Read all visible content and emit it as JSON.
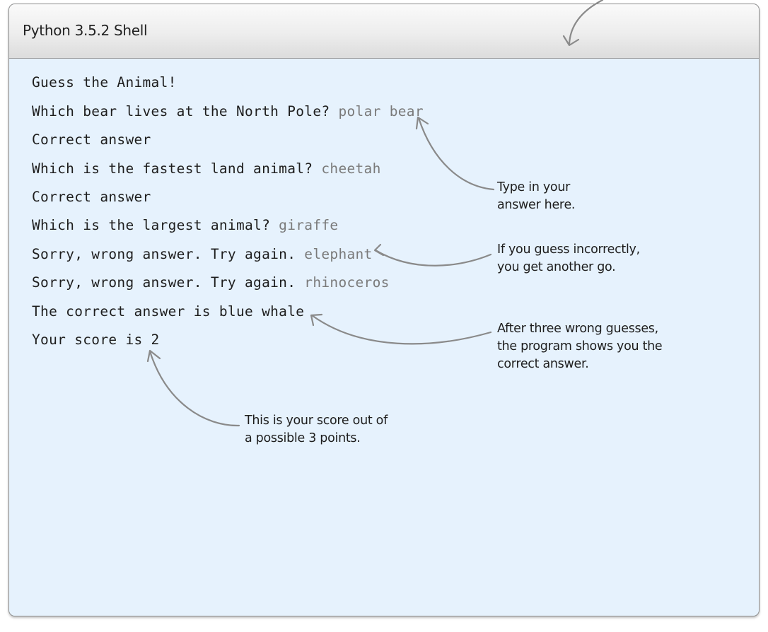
{
  "window": {
    "title": "Python 3.5.2 Shell"
  },
  "shell": {
    "lines": [
      {
        "output": "Guess the Animal!",
        "input": ""
      },
      {
        "output": "Which bear lives at the North Pole? ",
        "input": "polar bear"
      },
      {
        "output": "Correct answer",
        "input": ""
      },
      {
        "output": "Which is the fastest land animal? ",
        "input": "cheetah"
      },
      {
        "output": "Correct answer",
        "input": ""
      },
      {
        "output": "Which is the largest animal? ",
        "input": "giraffe"
      },
      {
        "output": "Sorry, wrong answer. Try again. ",
        "input": "elephant"
      },
      {
        "output": "Sorry, wrong answer. Try again. ",
        "input": "rhinoceros"
      },
      {
        "output": "The correct answer is blue whale",
        "input": ""
      },
      {
        "output": "Your score is 2",
        "input": ""
      }
    ]
  },
  "annotations": {
    "type_answer": [
      "Type in your",
      "answer here."
    ],
    "guess_incorrectly": [
      "If you guess incorrectly,",
      "you get another go."
    ],
    "three_wrong": [
      "After three wrong guesses,",
      "the program shows you the",
      "correct answer."
    ],
    "score": [
      "This is your score out of",
      "a possible 3 points."
    ]
  },
  "colors": {
    "shell_background": "#e6f2fd",
    "output_text": "#1e1e1e",
    "input_text": "#7a7a7a",
    "arrow": "#8a8a8a"
  }
}
